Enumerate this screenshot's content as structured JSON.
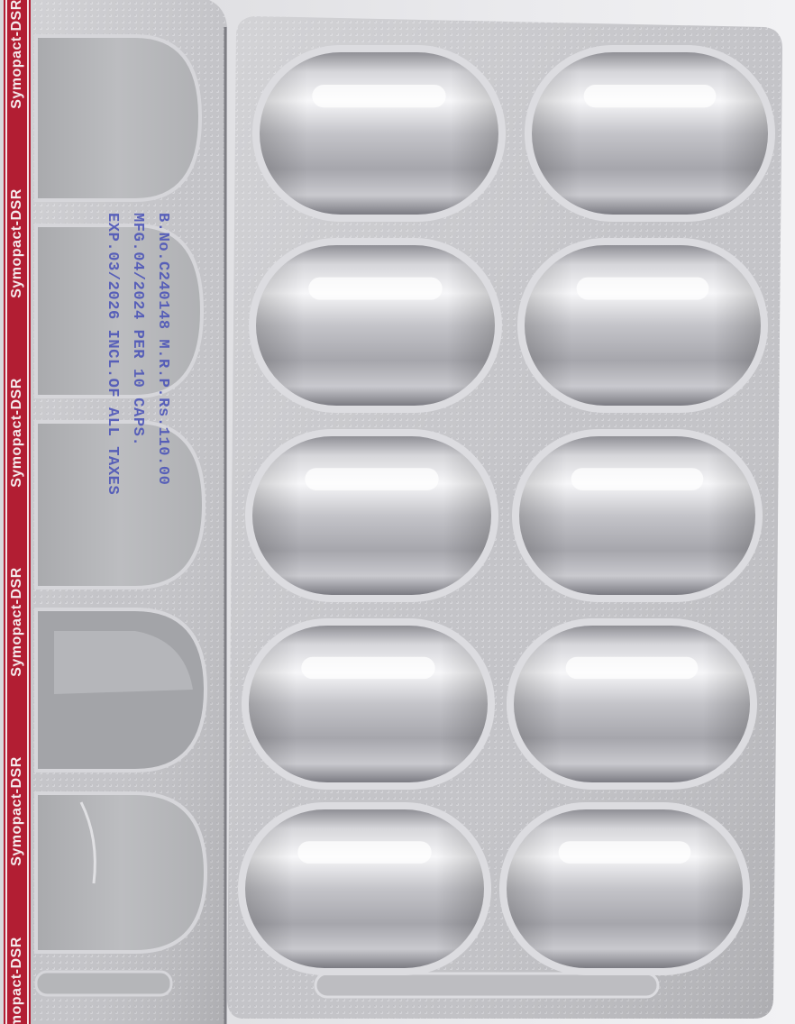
{
  "scene": {
    "description_colors": {
      "foil": "#c6c6ca",
      "foil_highlight": "#f4f4f6",
      "foil_shadow": "#8e8e94",
      "brand_red": "#b21e33",
      "imprint_blue": "#4a53b8"
    }
  },
  "brand": {
    "name": "Symopact-DSR",
    "repeats": [
      "Symopact-DSR",
      "Symopact-DSR",
      "Symopact-DSR",
      "Symopact-DSR",
      "Symopact-DSR",
      "Symopact-DSR"
    ]
  },
  "imprint": {
    "lines": [
      "B.No.C240148 M.R.P.Rs.110.00",
      "MFG.04/2024 PER 10 CAPS.",
      "EXP.03/2026 INCL.OF ALL TAXES"
    ]
  },
  "blister": {
    "capsule_count": 10,
    "empty_cavities": 5
  }
}
